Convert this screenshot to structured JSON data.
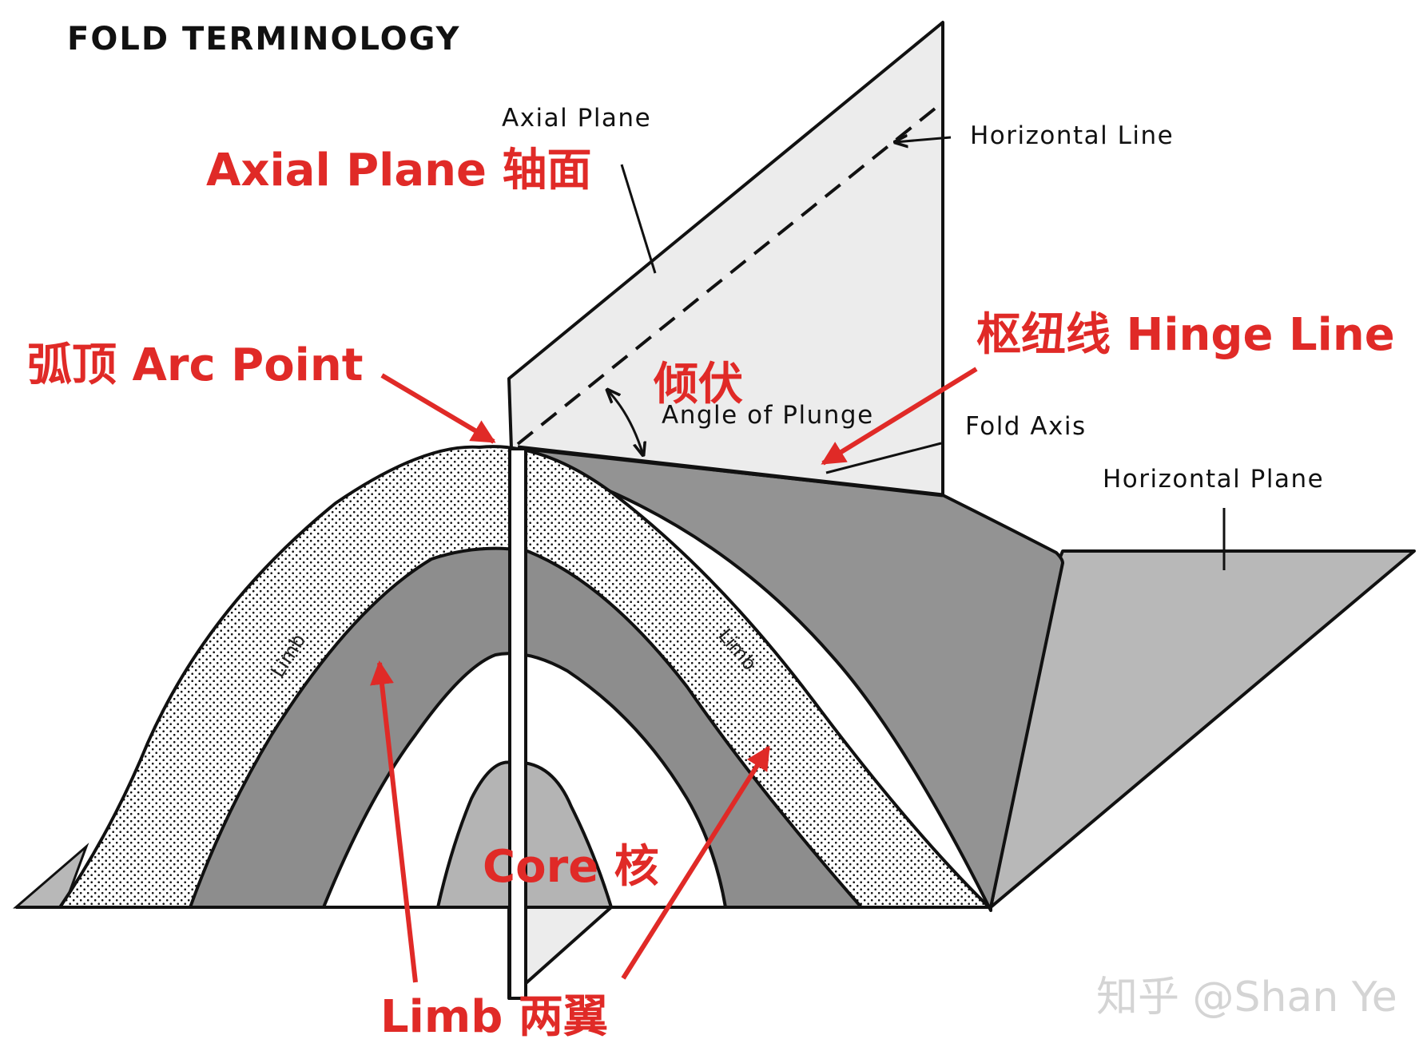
{
  "diagram": {
    "title": "FOLD TERMINOLOGY",
    "labels_en": {
      "axial_plane": "Axial Plane",
      "horizontal_line": "Horizontal Line",
      "angle_of_plunge": "Angle of Plunge",
      "fold_axis": "Fold Axis",
      "horizontal_plane": "Horizontal Plane",
      "limb_left": "Limb",
      "limb_right": "Limb"
    },
    "annotations": {
      "axial_plane": "Axial Plane 轴面",
      "hinge_line": "枢纽线 Hinge Line",
      "arc_point": "弧顶 Arc Point",
      "plunge": "倾伏",
      "core": "Core 核",
      "limb": "Limb 两翼"
    },
    "watermark": "知乎 @Shan Ye"
  },
  "colors": {
    "annotation_red": "#e02a27",
    "dark_layer": "#8d8d8d",
    "medium_layer": "#a9a9a9",
    "core_layer": "#b4b4b4",
    "plane_fill": "#ececec",
    "horizontal_plane_fill": "#b8b8b8",
    "outline": "#111111"
  }
}
